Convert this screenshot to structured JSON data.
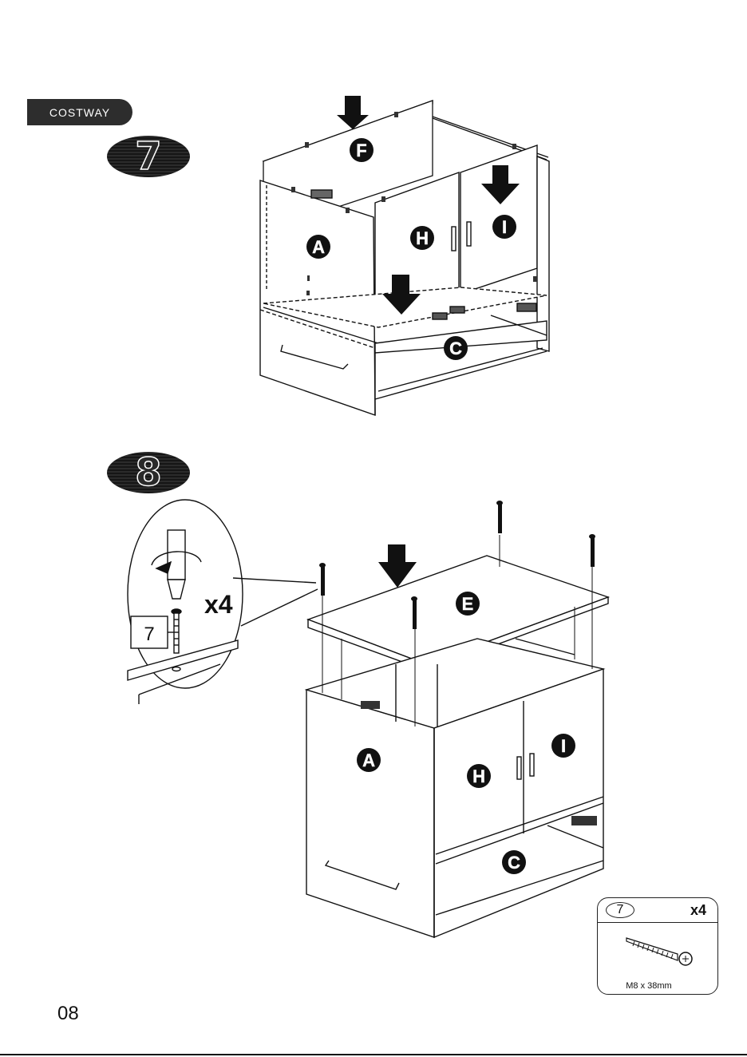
{
  "brand": "COSTWAY",
  "steps": [
    {
      "number": "7",
      "panel_labels": [
        "F",
        "A",
        "H",
        "I",
        "C"
      ]
    },
    {
      "number": "8",
      "panel_labels": [
        "E",
        "A",
        "H",
        "I",
        "C"
      ]
    }
  ],
  "detail": {
    "part_number": "7",
    "quantity": "x4"
  },
  "hardware": {
    "part_number": "7",
    "quantity": "x4",
    "size": "M8 x 38mm"
  },
  "page_number": "08",
  "icons": [
    "down-arrow-icon",
    "screwdriver-rotate-icon",
    "screw-icon",
    "cam-lock-icon"
  ]
}
